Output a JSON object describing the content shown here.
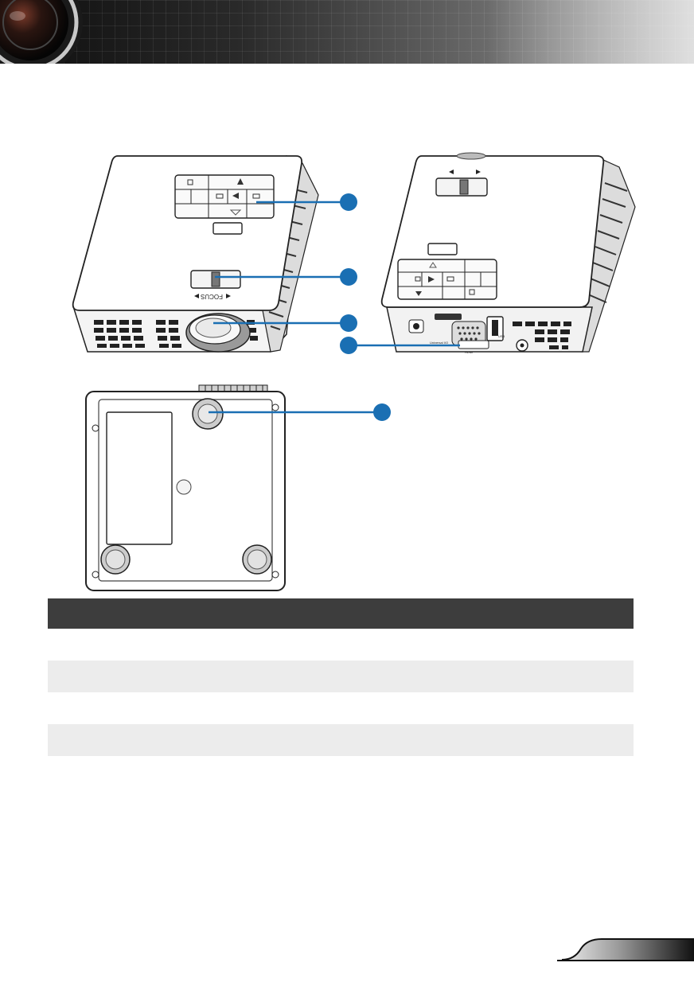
{
  "document": {
    "header": {
      "logo_icon": "projector-lens-icon"
    },
    "figures": {
      "top_view_front": {
        "panel_icon": "keypad-panel-icon",
        "focus_label": "FOCUS"
      },
      "top_view_rear": {
        "panel_icon": "keypad-panel-icon",
        "port_labels": [
          "Universal I/O",
          "HDMI",
          "USB"
        ]
      },
      "bottom_view": {
        "feature_icon": "elevator-foot-icon"
      },
      "callout_color": "#1a6fb3"
    },
    "table": {
      "header": "",
      "rows": [
        "",
        "",
        "",
        ""
      ]
    },
    "footer": {
      "page_tab_icon": "page-tab-icon"
    }
  }
}
